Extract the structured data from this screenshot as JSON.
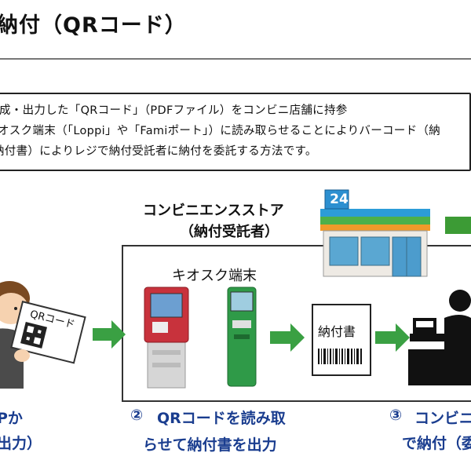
{
  "header": {
    "title": "納付（QRコード）"
  },
  "description": {
    "lines": [
      "成・出力した「QRコード」（PDFファイル）をコンビニ店舗に持参",
      "オスク端末（「Loppi」や「Famiポート」）に読み取らせることによりバーコード（納",
      "納付書）によりレジで納付受託者に納付を委託する方法です。"
    ]
  },
  "diagram": {
    "store_title": "コンビニエンスストア",
    "store_subtitle": "（納付受託者）",
    "store_sign_number": "24",
    "kiosk_label": "キオスク端末",
    "qr_card_label": "QRコード",
    "receipt_label": "納付書",
    "step1": {
      "line1": "Pか",
      "line2": "出力）"
    },
    "step2": {
      "number": "②",
      "line1": "QRコードを読み取",
      "line2": "らせて納付書を出力"
    },
    "step3": {
      "number": "③",
      "line1": "コンビニ",
      "line2": "で納付（委"
    },
    "colors": {
      "arrow_green": "#3aa043",
      "step_text": "#1a3d8f",
      "kiosk_red": "#c8323c",
      "kiosk_green": "#2f9a48"
    }
  }
}
